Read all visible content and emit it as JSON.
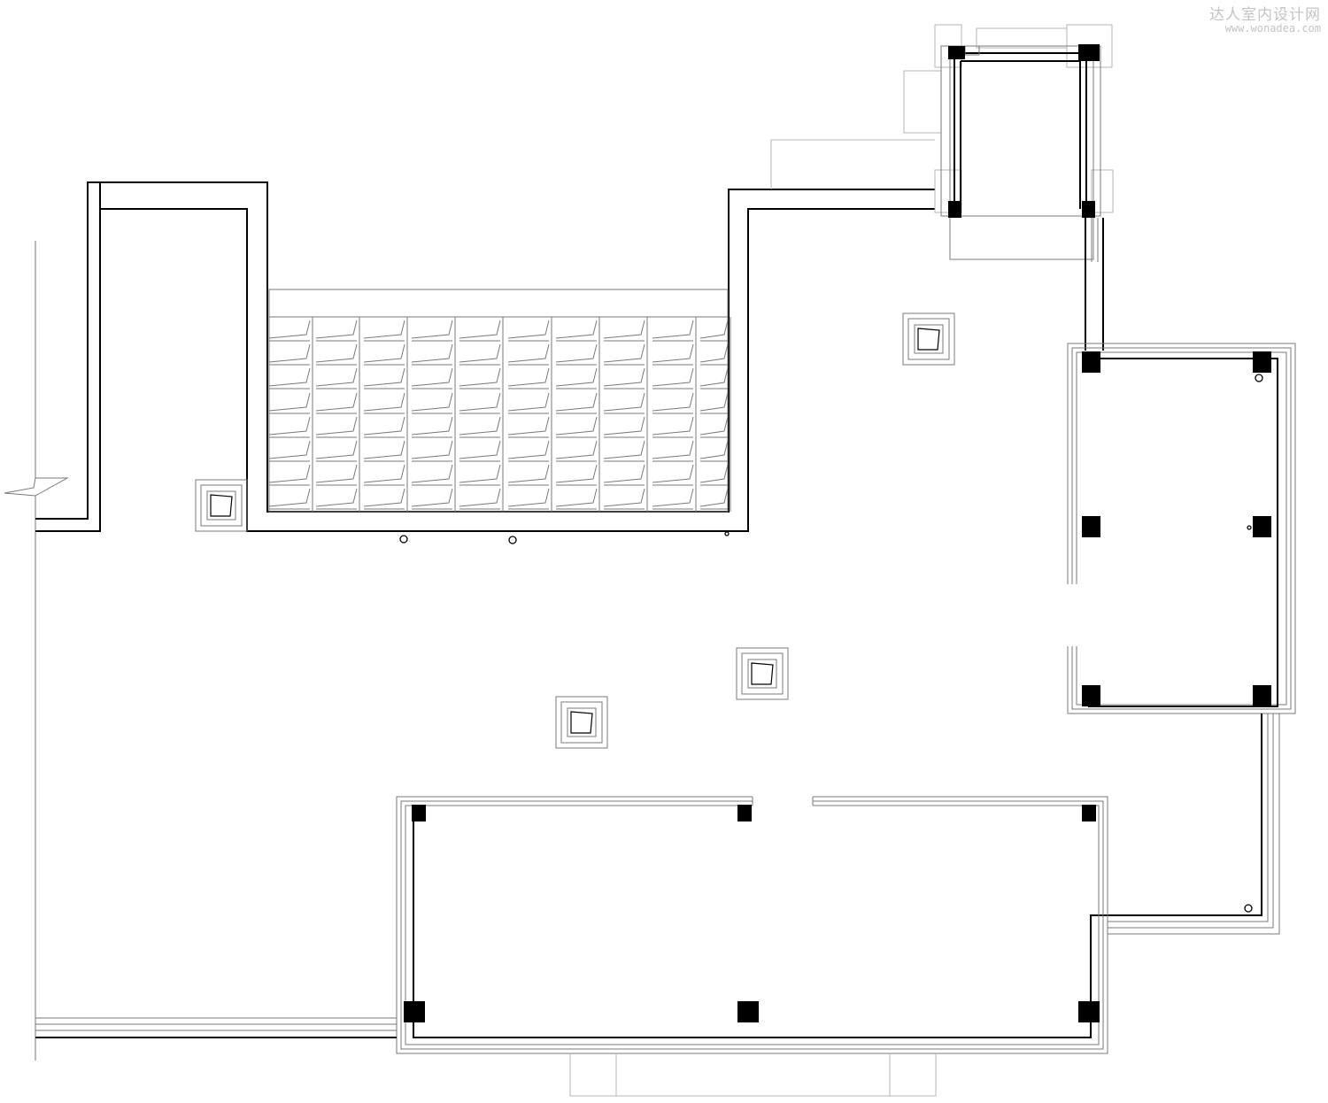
{
  "watermark": {
    "title": "达人室内设计网",
    "url": "www.wonadea.com",
    "color": "#c4c4c4"
  },
  "drawing": {
    "type": "architectural roof / floor plan (line drawing, no labels)",
    "line_color": "#000000",
    "secondary_line_color": "#7a7a7a",
    "background": "#ffffff"
  }
}
